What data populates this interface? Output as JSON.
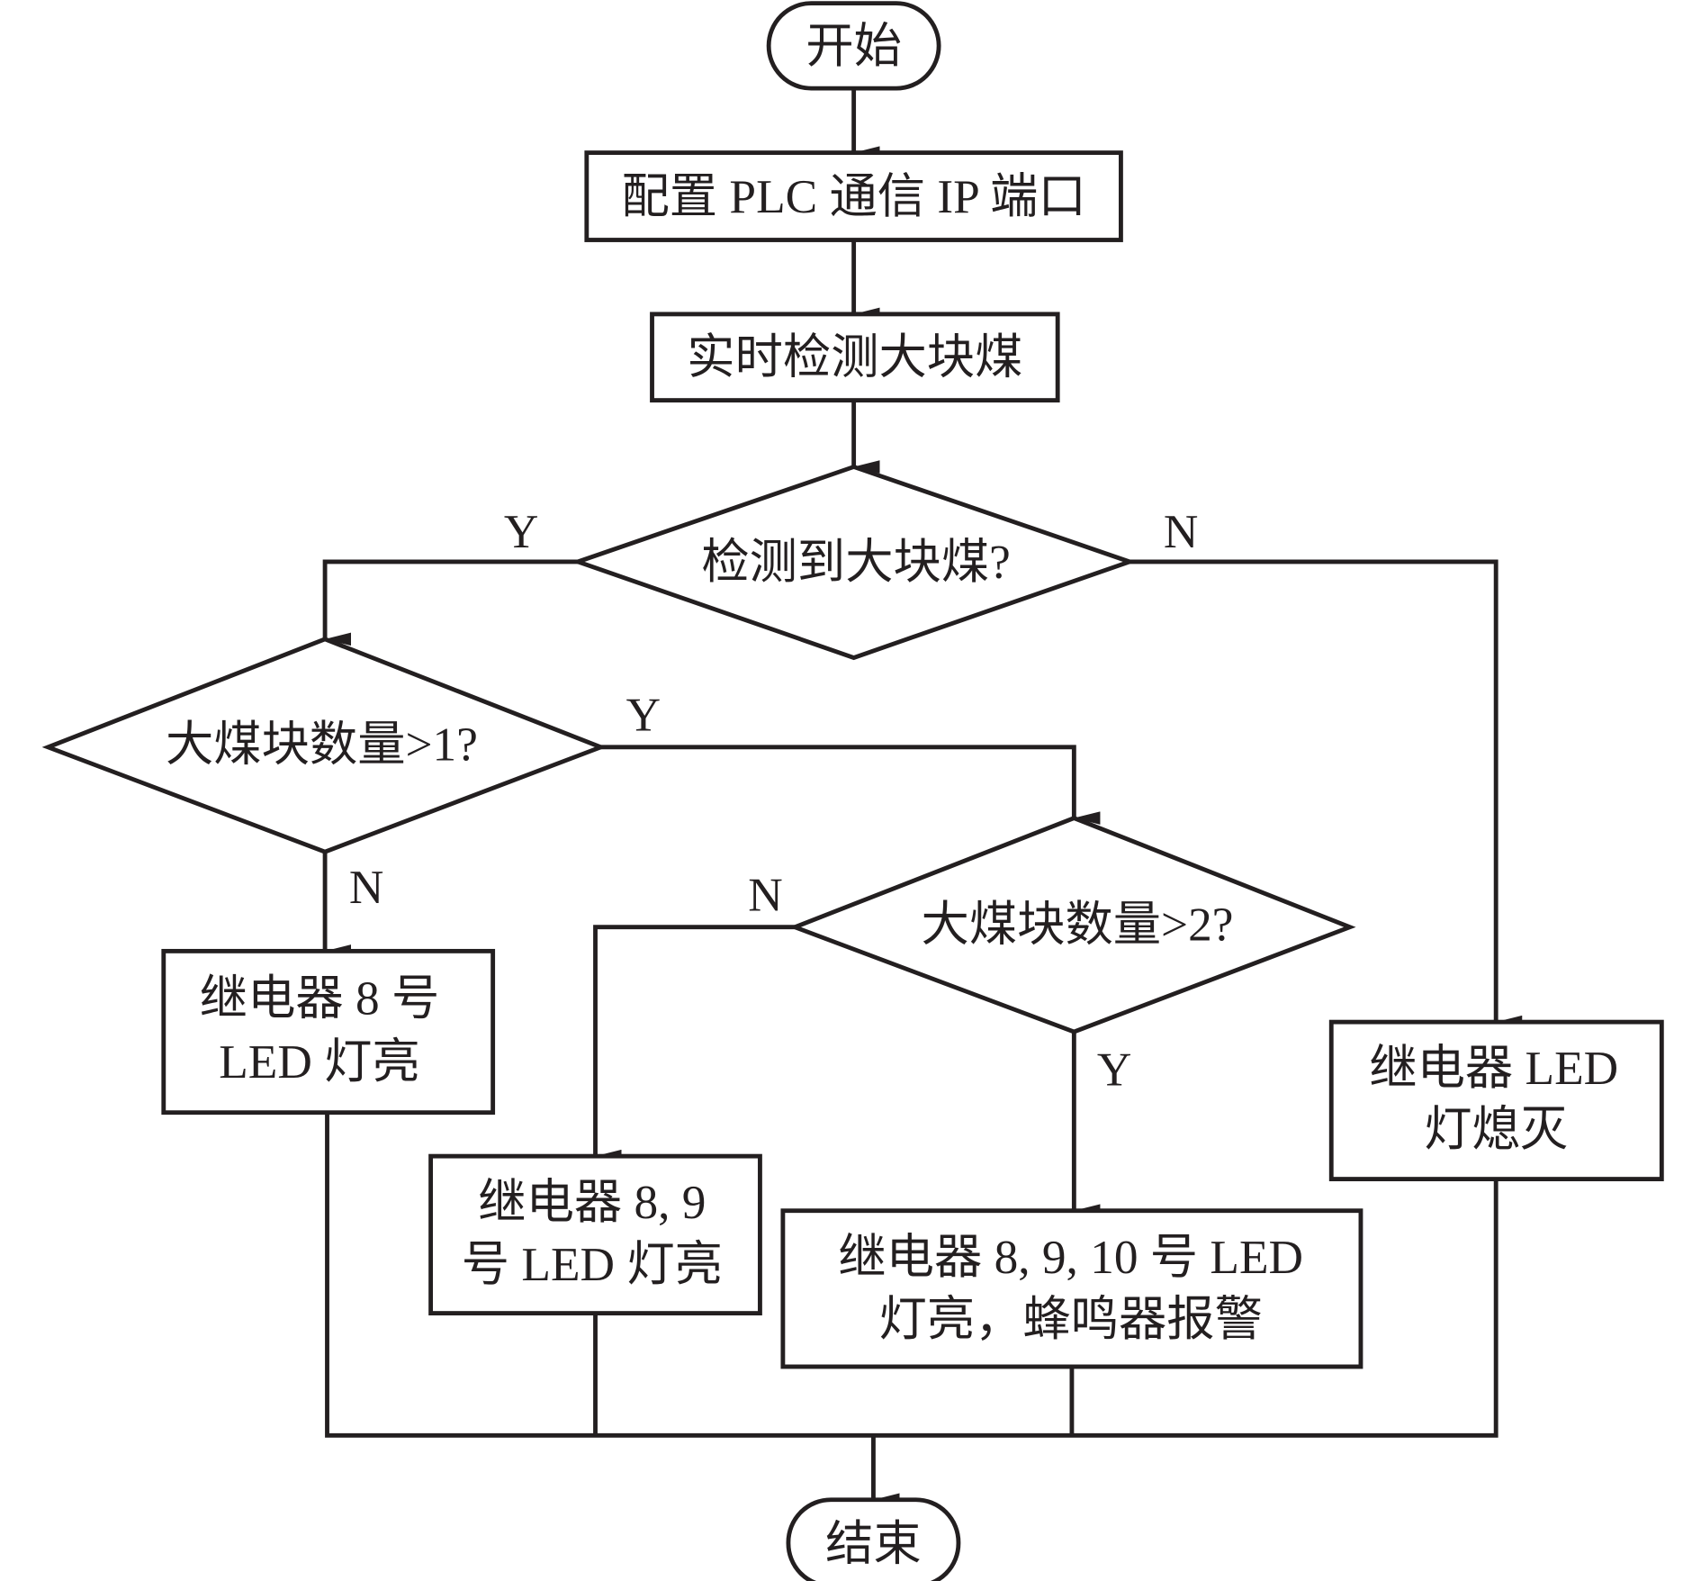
{
  "nodes": {
    "start": "开始",
    "config": "配置 PLC 通信 IP 端口",
    "detect": "实时检测大块煤",
    "decision1": "检测到大块煤?",
    "decision2": "大煤块数量>1?",
    "decision3": "大煤块数量>2?",
    "box_8": [
      "继电器 8 号",
      "LED 灯亮"
    ],
    "box_89": [
      "继电器 8, 9",
      "号 LED 灯亮"
    ],
    "box_8910": [
      "继电器 8, 9, 10 号 LED",
      "灯亮，蜂鸣器报警"
    ],
    "box_off": [
      "继电器 LED",
      "灯熄灭"
    ],
    "end": "结束"
  },
  "labels": {
    "d1_yes": "Y",
    "d1_no": "N",
    "d2_yes": "Y",
    "d2_no": "N",
    "d3_yes": "Y",
    "d3_no": "N"
  },
  "colors": {
    "stroke": "#231f20",
    "fill": "#ffffff"
  }
}
